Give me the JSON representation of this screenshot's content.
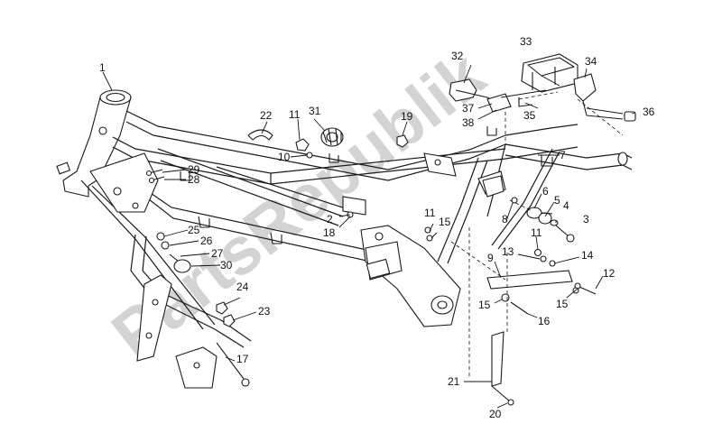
{
  "watermark": {
    "text": "PartsRepublik",
    "color": "#d3d3d3"
  },
  "callouts": [
    {
      "id": "c1",
      "label": "1"
    },
    {
      "id": "c2",
      "label": "2"
    },
    {
      "id": "c3",
      "label": "3"
    },
    {
      "id": "c4",
      "label": "4"
    },
    {
      "id": "c5",
      "label": "5"
    },
    {
      "id": "c6",
      "label": "6"
    },
    {
      "id": "c7",
      "label": "7"
    },
    {
      "id": "c8",
      "label": "8"
    },
    {
      "id": "c9",
      "label": "9"
    },
    {
      "id": "c10",
      "label": "10"
    },
    {
      "id": "c11a",
      "label": "11"
    },
    {
      "id": "c11b",
      "label": "11"
    },
    {
      "id": "c11c",
      "label": "11"
    },
    {
      "id": "c12",
      "label": "12"
    },
    {
      "id": "c13",
      "label": "13"
    },
    {
      "id": "c14",
      "label": "14"
    },
    {
      "id": "c15a",
      "label": "15"
    },
    {
      "id": "c15b",
      "label": "15"
    },
    {
      "id": "c15c",
      "label": "15"
    },
    {
      "id": "c16",
      "label": "16"
    },
    {
      "id": "c17",
      "label": "17"
    },
    {
      "id": "c18",
      "label": "18"
    },
    {
      "id": "c19",
      "label": "19"
    },
    {
      "id": "c20",
      "label": "20"
    },
    {
      "id": "c21",
      "label": "21"
    },
    {
      "id": "c22",
      "label": "22"
    },
    {
      "id": "c23",
      "label": "23"
    },
    {
      "id": "c24",
      "label": "24"
    },
    {
      "id": "c25",
      "label": "25"
    },
    {
      "id": "c26",
      "label": "26"
    },
    {
      "id": "c27",
      "label": "27"
    },
    {
      "id": "c28",
      "label": "28"
    },
    {
      "id": "c29",
      "label": "29"
    },
    {
      "id": "c30",
      "label": "30"
    },
    {
      "id": "c31",
      "label": "31"
    },
    {
      "id": "c32",
      "label": "32"
    },
    {
      "id": "c33",
      "label": "33"
    },
    {
      "id": "c34",
      "label": "34"
    },
    {
      "id": "c35",
      "label": "35"
    },
    {
      "id": "c36",
      "label": "36"
    },
    {
      "id": "c37",
      "label": "37"
    },
    {
      "id": "c38",
      "label": "38"
    }
  ]
}
